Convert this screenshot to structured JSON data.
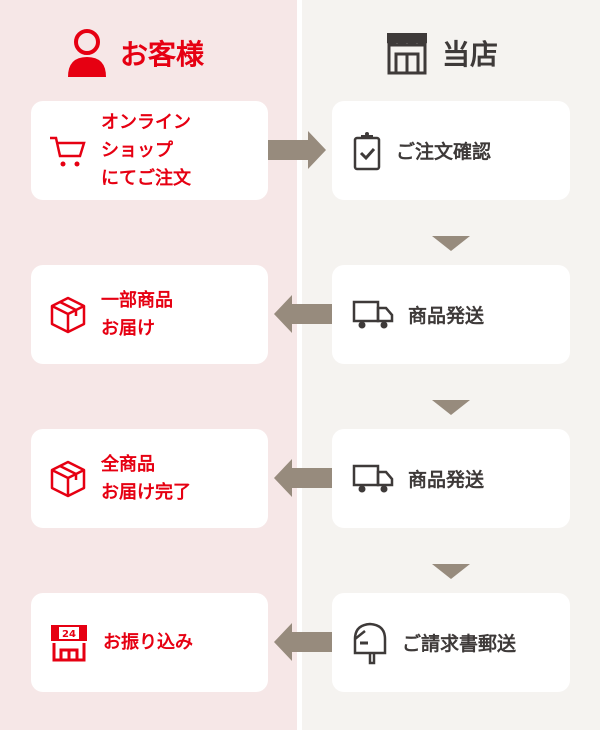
{
  "customer": {
    "title": "お客様",
    "steps": [
      "オンライン\nショップ\nにてご注文",
      "一部商品\nお届け",
      "全商品\nお届け完了",
      "お振り込み"
    ]
  },
  "shop": {
    "title": "当店",
    "steps": [
      "ご注文確認",
      "商品発送",
      "商品発送",
      "ご請求書郵送"
    ]
  },
  "icon_24": "24",
  "colors": {
    "red": "#e60012",
    "brown": "#3e3a39",
    "arrow": "#978b7d"
  }
}
